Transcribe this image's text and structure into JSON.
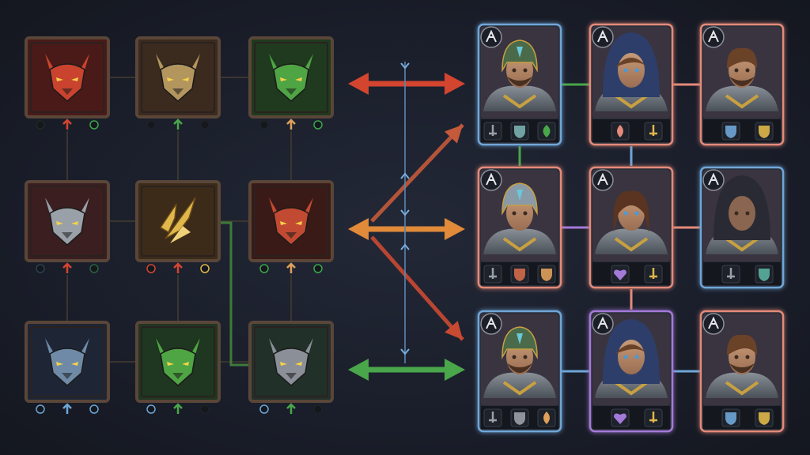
{
  "palette": {
    "red": "#d3452f",
    "gold": "#e0b74a",
    "green": "#4aa64a",
    "blue": "#6fa6d8",
    "pink": "#e48a7a",
    "purple": "#a47ad8",
    "wood": "#5a4638"
  },
  "monster_grid": [
    {
      "icon": "red-demon-icon",
      "color": "#c9432f",
      "bg": "#4a1a18",
      "sockets": [
        "#1e2a22",
        "#d3452f",
        "#3aa64a"
      ]
    },
    {
      "icon": "tan-werewolf-icon",
      "color": "#b3955e",
      "bg": "#3b2a1e",
      "sockets": [
        "#1e2226",
        "#4aa64a",
        "#1e2226"
      ]
    },
    {
      "icon": "green-goblin-icon",
      "color": "#4fa444",
      "bg": "#1f3a1e",
      "sockets": [
        "#1e2226",
        "#e0a05a",
        "#3aa64a"
      ]
    },
    {
      "icon": "grey-wolf-icon",
      "color": "#9aa0a8",
      "bg": "#3a1e20",
      "sockets": [
        "#2a4050",
        "#d3452f",
        "#2a6040"
      ]
    },
    {
      "icon": "golden-blades-icon",
      "color": "#e0b74a",
      "bg": "#3b2b18",
      "sockets": [
        "#d3452f",
        "#d3452f",
        "#e0b74a"
      ]
    },
    {
      "icon": "red-beast-icon",
      "color": "#c24a32",
      "bg": "#3a1a16",
      "sockets": [
        "#3aa64a",
        "#e0a05a",
        "#3aa64a"
      ]
    },
    {
      "icon": "blue-wolf-icon",
      "color": "#6f8aa6",
      "bg": "#1e2636",
      "sockets": [
        "#6fa6d8",
        "#6fa6d8",
        "#6fa6d8"
      ]
    },
    {
      "icon": "green-dragon-icon",
      "color": "#4fa444",
      "bg": "#1f3620",
      "sockets": [
        "#6fa6d8",
        "#4aa64a",
        "#1e2226"
      ]
    },
    {
      "icon": "shadow-wolf-icon",
      "color": "#8a8f98",
      "bg": "#22302a",
      "sockets": [
        "#6fa6d8",
        "#4aa64a",
        "#1e2226"
      ]
    }
  ],
  "arrows": [
    {
      "color": "#d3452f"
    },
    {
      "color": "#e08a3a"
    },
    {
      "color": "#4aa64a"
    }
  ],
  "hero_grid": [
    {
      "portrait": "helmeted-warrior-portrait",
      "border": "#6fa6d8",
      "badge": "tree-icon",
      "slots": [
        "sword-icon",
        "shield-icon",
        "leaf-icon"
      ],
      "slot_colors": [
        "#9aa0a8",
        "#7ab0b0",
        "#4aa64a"
      ]
    },
    {
      "portrait": "hooded-woman-portrait",
      "border": "#e48a7a",
      "badge": "phoenix-icon",
      "slots": [
        "flame-icon",
        "sword-icon"
      ],
      "slot_colors": [
        "#e48a7a",
        "#e0b74a"
      ]
    },
    {
      "portrait": "bearded-knight-portrait",
      "border": "#e48a7a",
      "badge": "wolf-icon",
      "slots": [
        "shield-icon",
        "shield-icon"
      ],
      "slot_colors": [
        "#6fa6d8",
        "#e0b74a"
      ]
    },
    {
      "portrait": "young-soldier-portrait",
      "border": "#e48a7a",
      "badge": "crossed-swords-icon",
      "slots": [
        "sword-icon",
        "shield-icon",
        "shield-icon"
      ],
      "slot_colors": [
        "#9aa0a8",
        "#d36a4a",
        "#e0a05a"
      ]
    },
    {
      "portrait": "brown-haired-woman-portrait",
      "border": "#e48a7a",
      "badge": "dragonfly-icon",
      "slots": [
        "heart-icon",
        "sword-icon"
      ],
      "slot_colors": [
        "#a47ad8",
        "#e0b74a"
      ]
    },
    {
      "portrait": "dark-hooded-rogue-portrait",
      "border": "#6fa6d8",
      "badge": "bird-icon",
      "slots": [
        "sword-icon",
        "shield-icon"
      ],
      "slot_colors": [
        "#9aa0a8",
        "#5ab0a0"
      ]
    },
    {
      "portrait": "helmeted-warrior-portrait",
      "border": "#6fa6d8",
      "badge": "hand-icon",
      "slots": [
        "sword-icon",
        "shield-icon",
        "flame-icon"
      ],
      "slot_colors": [
        "#9aa0a8",
        "#9aa0a8",
        "#e0a05a"
      ]
    },
    {
      "portrait": "hooded-woman-portrait",
      "border": "#a47ad8",
      "badge": "lotus-icon",
      "slots": [
        "heart-icon",
        "sword-icon"
      ],
      "slot_colors": [
        "#a47ad8",
        "#e0b74a"
      ]
    },
    {
      "portrait": "bearded-knight-portrait",
      "border": "#e48a7a",
      "badge": "spider-icon",
      "slots": [
        "shield-icon",
        "shield-icon"
      ],
      "slot_colors": [
        "#6fa6d8",
        "#e0b74a"
      ]
    }
  ]
}
